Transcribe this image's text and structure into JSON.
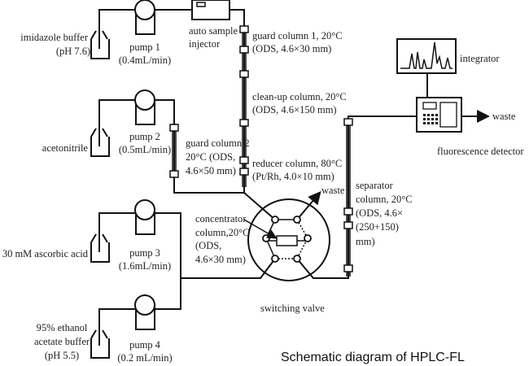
{
  "title": "Schematic diagram of HPLC-FL",
  "reservoirs": {
    "r1": [
      "imidazole buffer",
      "(pH 7.6)"
    ],
    "r2": [
      "acetonitrile"
    ],
    "r3": [
      "30 mM ascorbic acid"
    ],
    "r4": [
      "95% ethanol",
      "acetate buffer",
      "(pH 5.5)"
    ]
  },
  "pumps": {
    "p1": [
      "pump 1",
      "(0.4mL/min)"
    ],
    "p2": [
      "pump 2",
      "(0.5mL/min)"
    ],
    "p3": [
      "pump 3",
      "(1.6mL/min)"
    ],
    "p4": [
      "pump 4",
      "(0.2 mL/min)"
    ]
  },
  "injector": [
    "auto sample",
    "injector"
  ],
  "columns": {
    "guard1": [
      "guard column 1, 20°C",
      "(ODS, 4.6×30 mm)"
    ],
    "cleanup": [
      "clean-up column, 20°C",
      "(ODS, 4.6×150 mm)"
    ],
    "reducer": [
      "reducer column, 80°C",
      "(Pt/Rh, 4.0×10 mm)"
    ],
    "guard2": [
      "guard column 2",
      "20°C (ODS,",
      "4.6×50 mm)"
    ],
    "concentrator": [
      "concentrator",
      "column,20°C",
      "(ODS,",
      "4.6×30 mm)"
    ],
    "separator": [
      "separator",
      "column, 20°C",
      "(ODS, 4.6×",
      "(250+150)",
      "mm)"
    ]
  },
  "valve": "switching valve",
  "waste1": "waste",
  "waste2": "waste",
  "integrator": "integrator",
  "detector": "fluorescence detector"
}
